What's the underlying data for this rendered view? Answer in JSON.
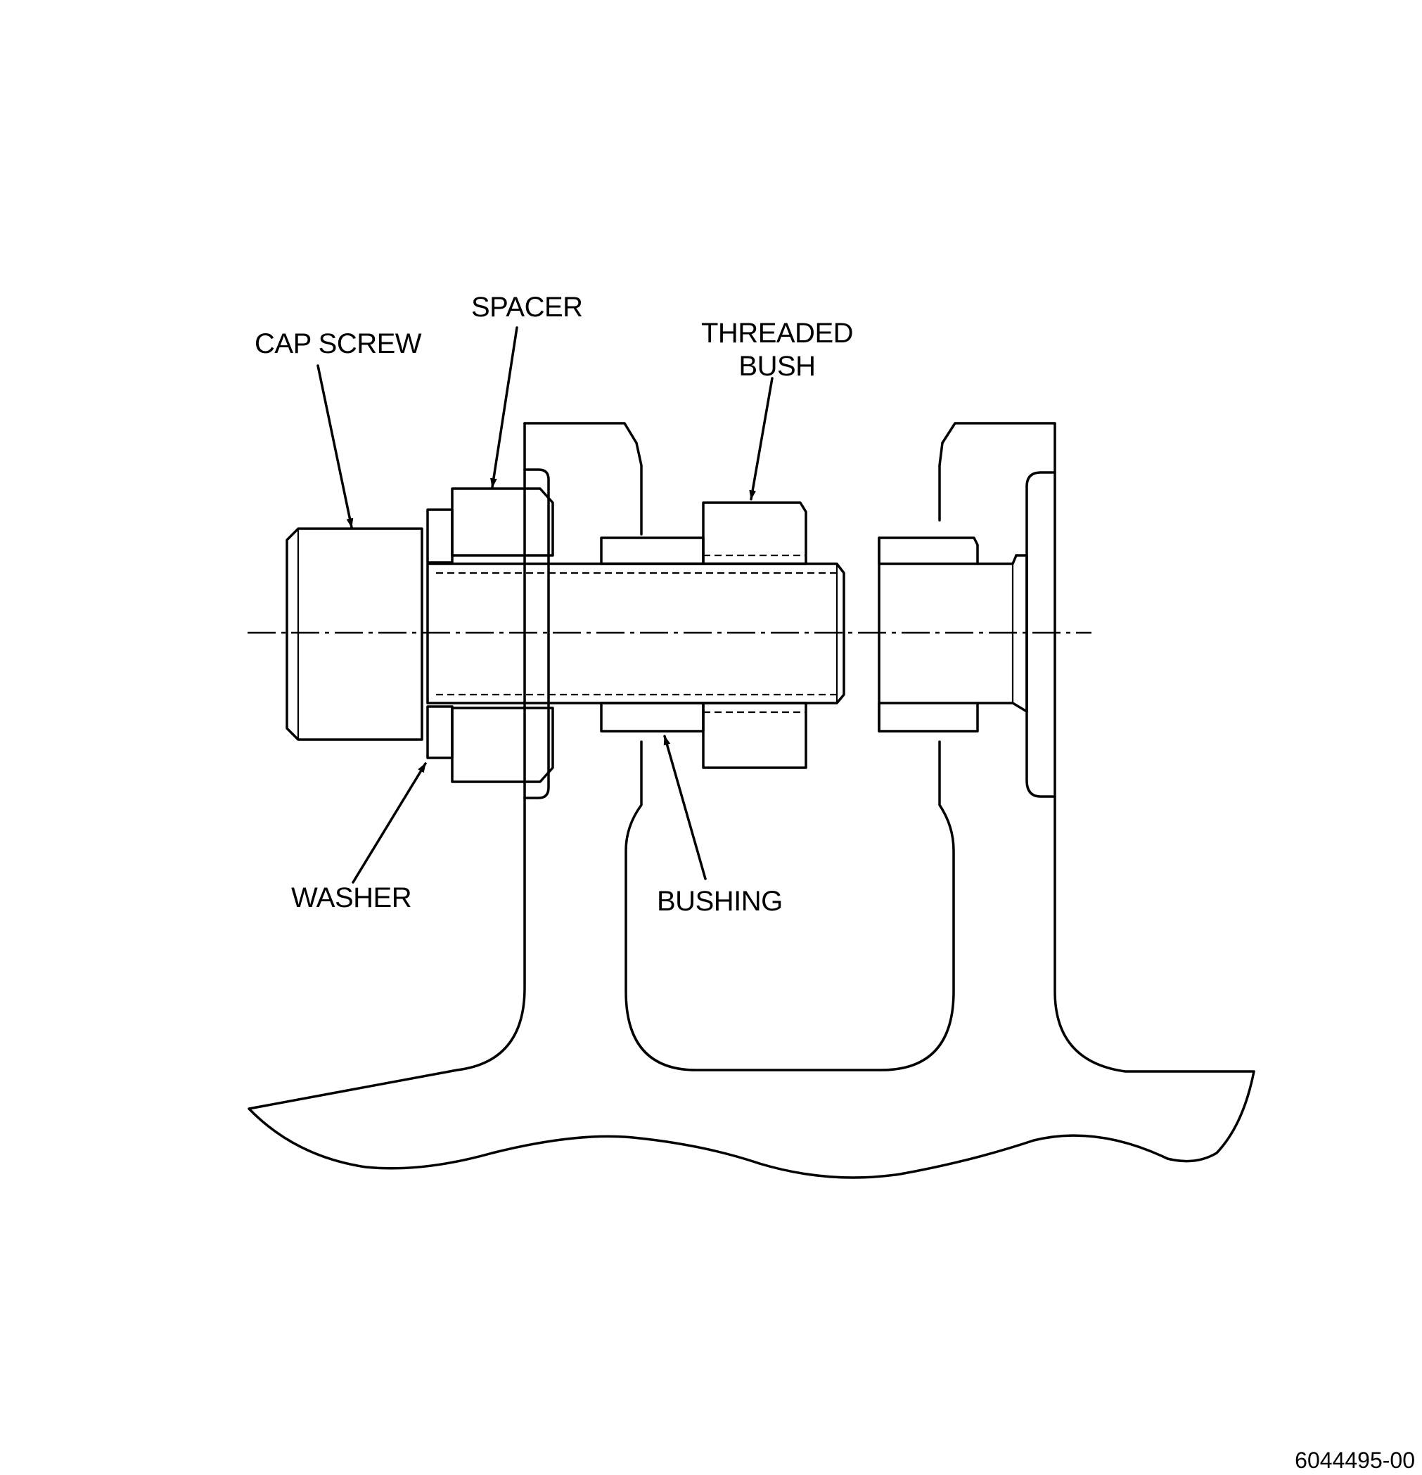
{
  "labels": {
    "cap_screw": "CAP SCREW",
    "spacer": "SPACER",
    "threaded_bush_line1": "THREADED",
    "threaded_bush_line2": "BUSH",
    "washer": "WASHER",
    "bushing": "BUSHING"
  },
  "drawing_number": "6044495-00"
}
